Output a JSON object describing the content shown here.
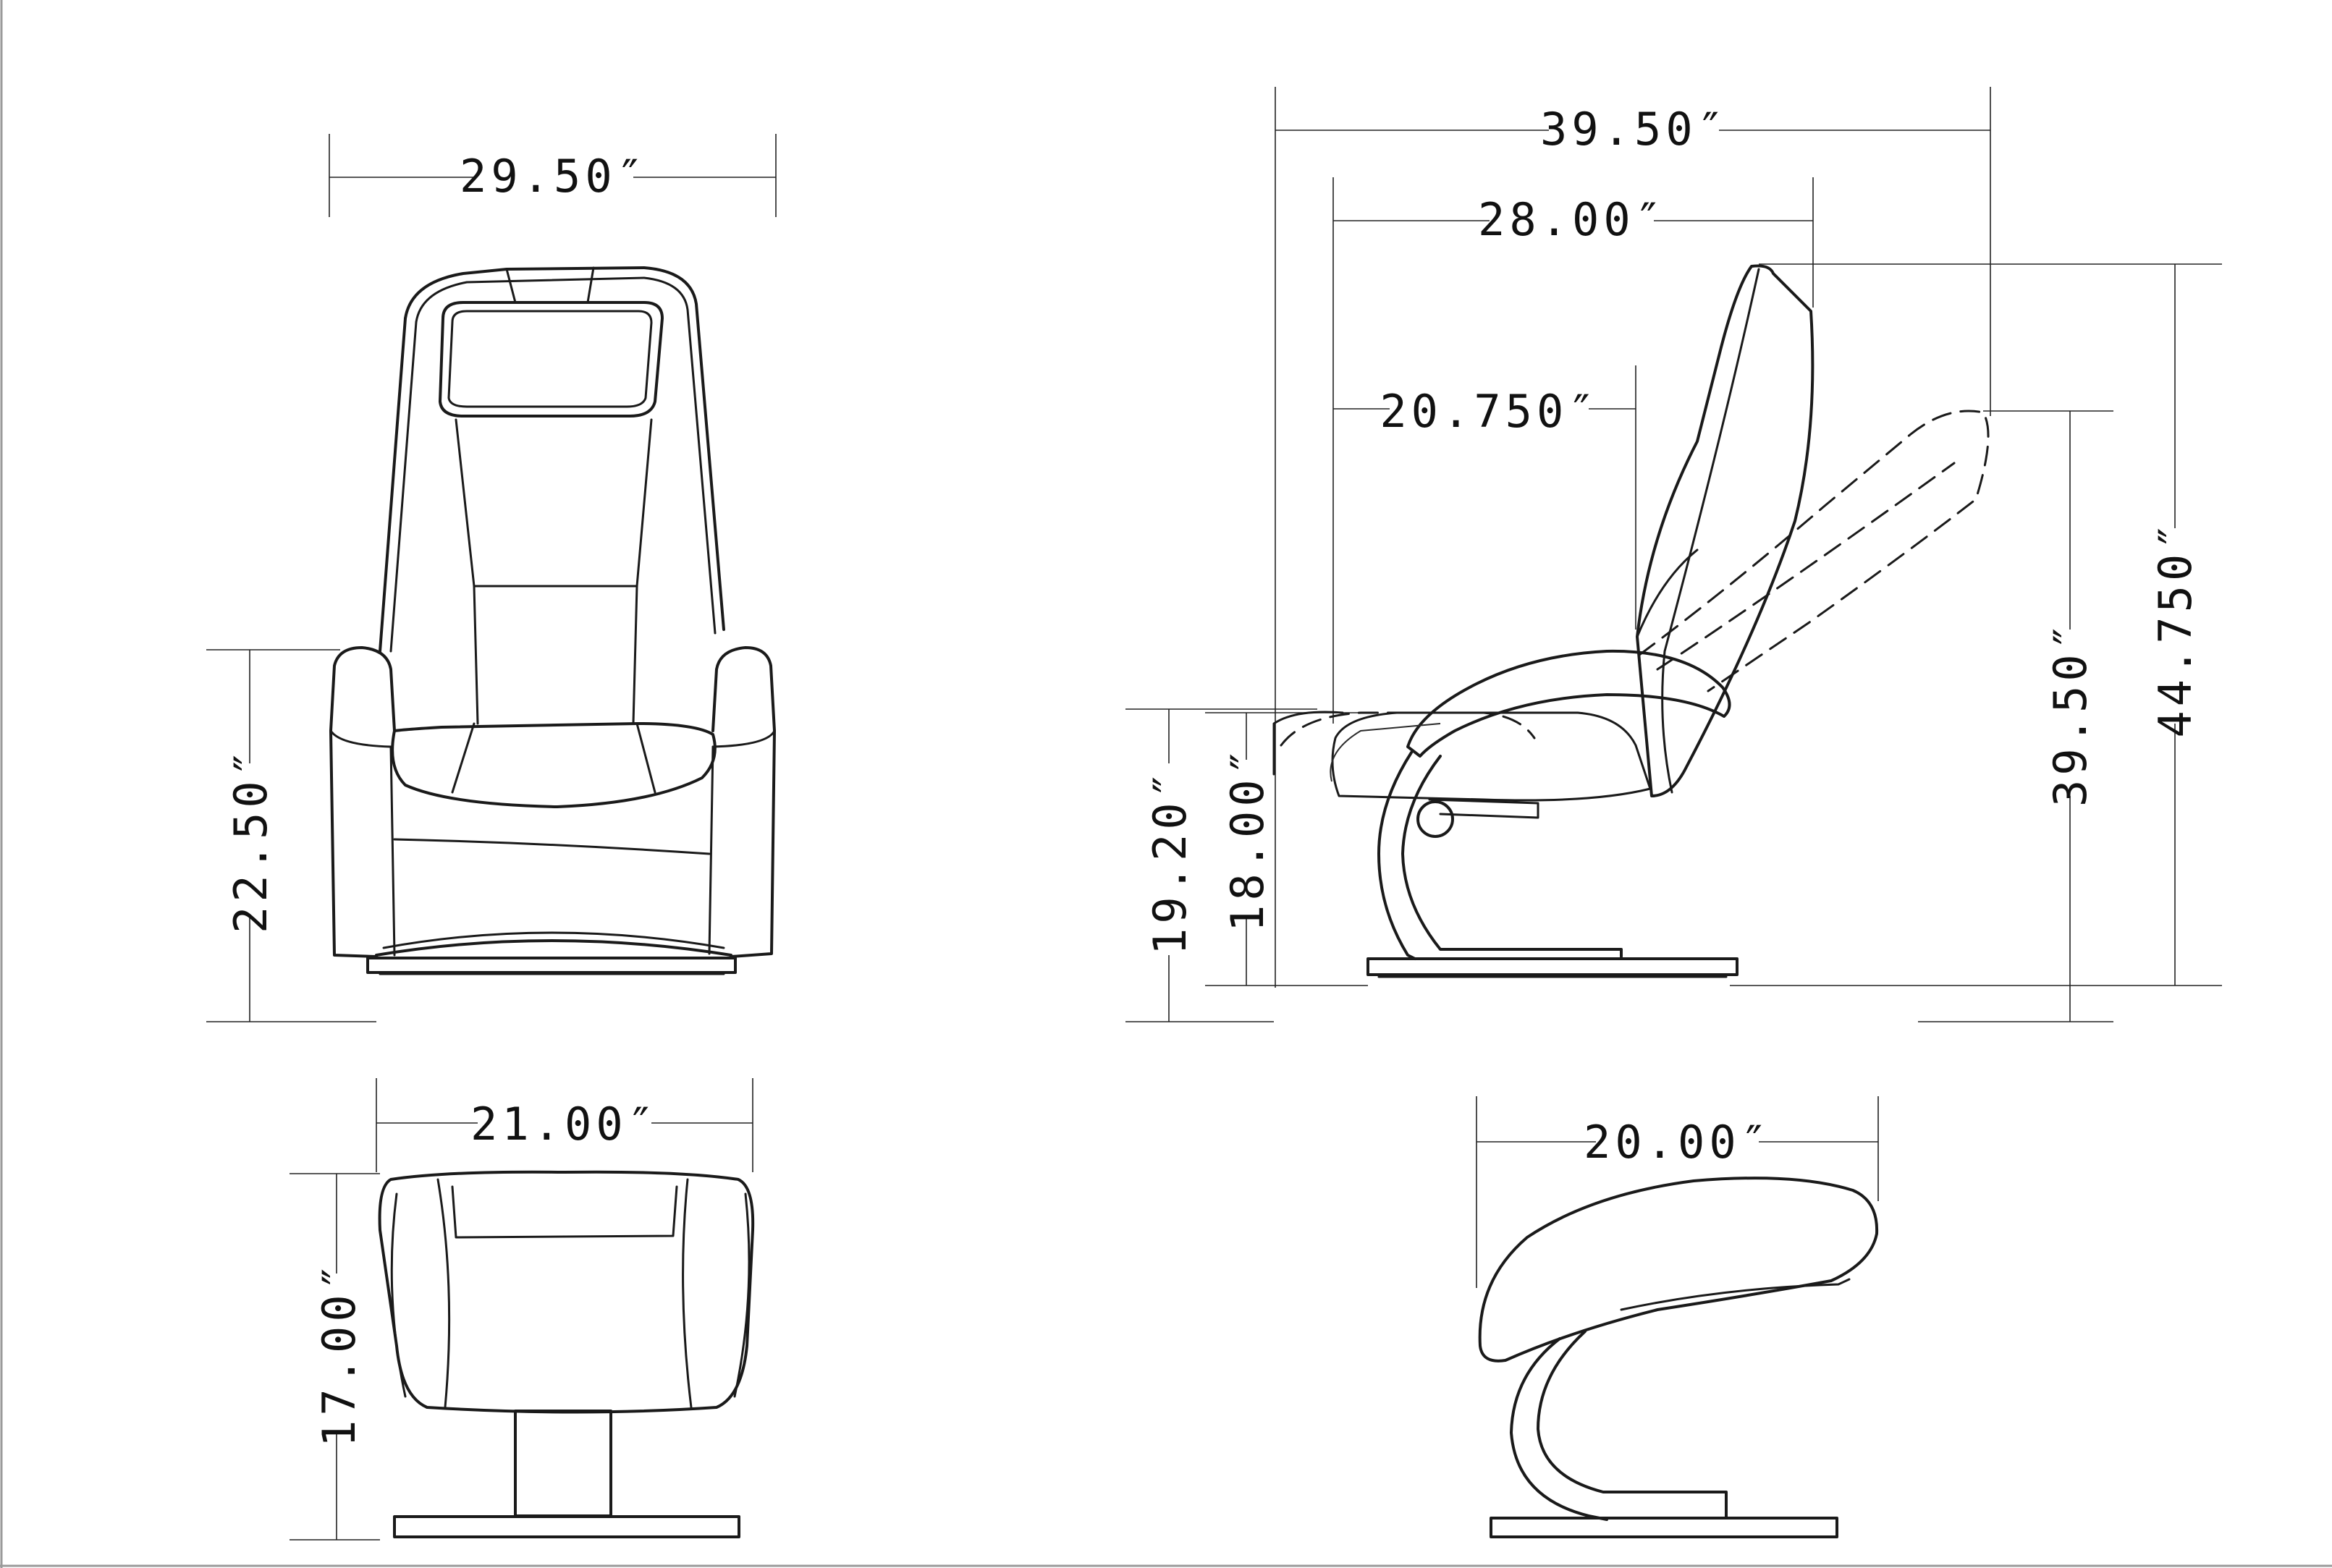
{
  "dimensions": {
    "front_width": "29.50″",
    "front_arm_height": "22.50″",
    "ottoman_front_width": "21.00″",
    "ottoman_front_height": "17.00″",
    "side_reclined_depth": "39.50″",
    "side_upright_depth": "28.00″",
    "side_seat_depth": "20.750″",
    "side_seat_height_front": "19.20″",
    "side_seat_height_rear": "18.00″",
    "side_reclined_height": "39.50″",
    "side_total_height": "44.750″",
    "ottoman_side_depth": "20.00″"
  },
  "colors": {
    "line": "#1a1a1a",
    "background": "#ffffff"
  }
}
